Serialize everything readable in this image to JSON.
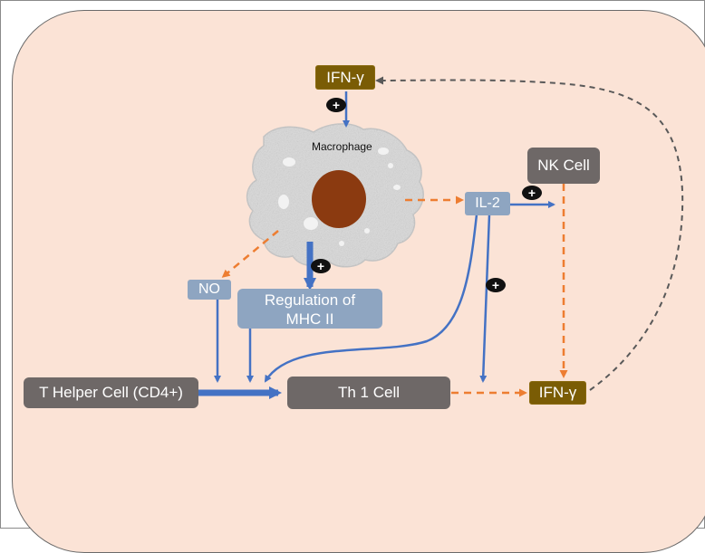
{
  "nodes": {
    "ifn_top": "IFN-γ",
    "macrophage": "Macrophage",
    "nk_cell": "NK Cell",
    "il2": "IL-2",
    "no": "NO",
    "regulation_line1": "Regulation of",
    "regulation_line2": "MHC II",
    "t_helper": "T Helper Cell (CD4+)",
    "th1": "Th 1 Cell",
    "ifn_bottom": "IFN-γ"
  },
  "plus_sign": "+",
  "colors": {
    "panel": "#fbe3d6",
    "dark_node": "#6e6867",
    "ifn_node": "#7a5c05",
    "blue_node": "#8ea5c1",
    "blue_arrow": "#4472c4",
    "orange_arrow": "#ed7d31",
    "gray_arrow": "#595959",
    "nucleus": "#8b3a10"
  }
}
